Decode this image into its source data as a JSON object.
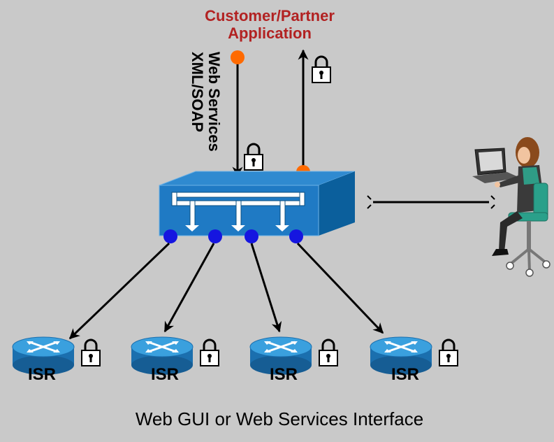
{
  "application": {
    "line1": "Customer/Partner",
    "line2": "Application",
    "color": "#b22222"
  },
  "interface_label": {
    "line1": "Web Services",
    "line2": "XML/SOAP"
  },
  "routers": [
    {
      "label": "ISR"
    },
    {
      "label": "ISR"
    },
    {
      "label": "ISR"
    },
    {
      "label": "ISR"
    }
  ],
  "caption": "Web GUI or Web Services Interface",
  "colors": {
    "background": "#c9c9c9",
    "switch_front": "#1f7ac4",
    "switch_side": "#0b5f9c",
    "router": "#2a8fd0",
    "port_dot": "#1515e0",
    "app_dot": "#ff6a00"
  },
  "icons": [
    "lock-icon",
    "router-icon",
    "switch-icon",
    "user-at-laptop-icon"
  ]
}
